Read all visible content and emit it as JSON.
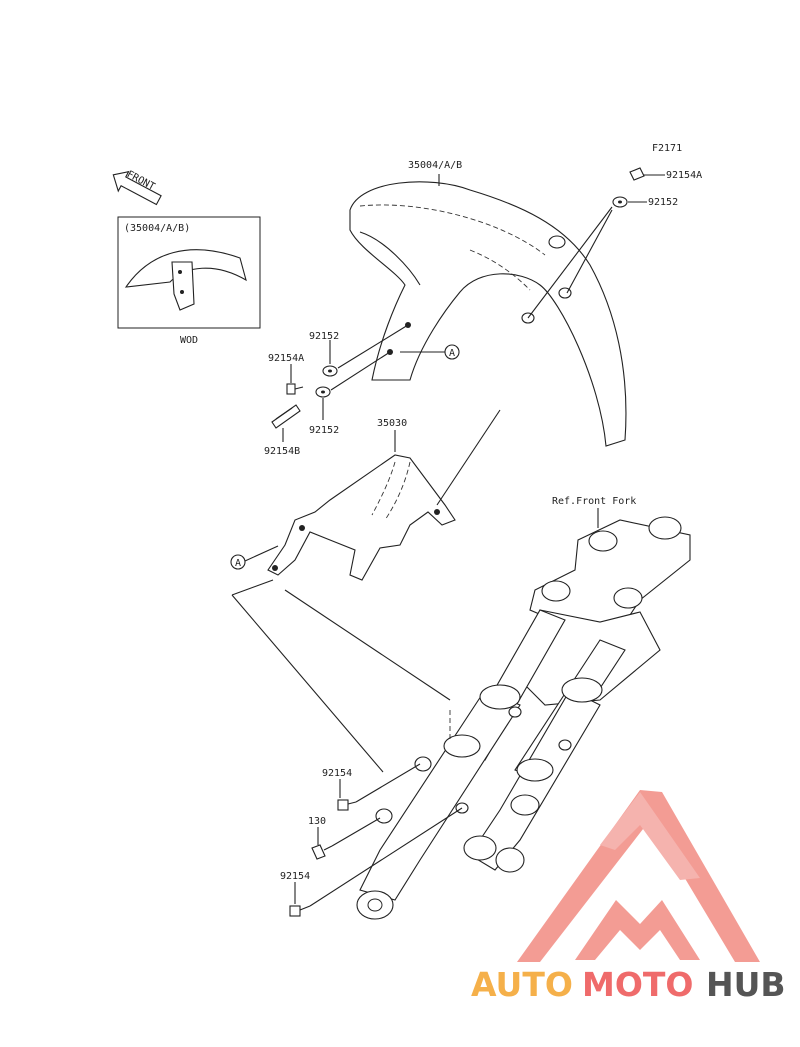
{
  "diagram": {
    "code": "F2171",
    "inset_label": "(35004/A/B)",
    "inset_caption": "WOD",
    "front_arrow": "FRONT",
    "ref_label": "Ref.Front Fork",
    "callout_letter": "A",
    "part_labels": {
      "fender": "35004/A/B",
      "bolt_a_top": "92154A",
      "washer_top": "92152",
      "washer_left": "92152",
      "bolt_a_left": "92154A",
      "washer_left_low": "92152",
      "bolt_b": "92154B",
      "bracket": "35030",
      "bolt_fork_upper": "92154",
      "bolt_130": "130",
      "bolt_fork_lower": "92154"
    }
  },
  "watermark": {
    "part1": "AUTO",
    "part2": "MOTO",
    "part3": "HUB",
    "color1": "#f5b04a",
    "color2": "#ef6b6b",
    "color3": "#555555"
  }
}
